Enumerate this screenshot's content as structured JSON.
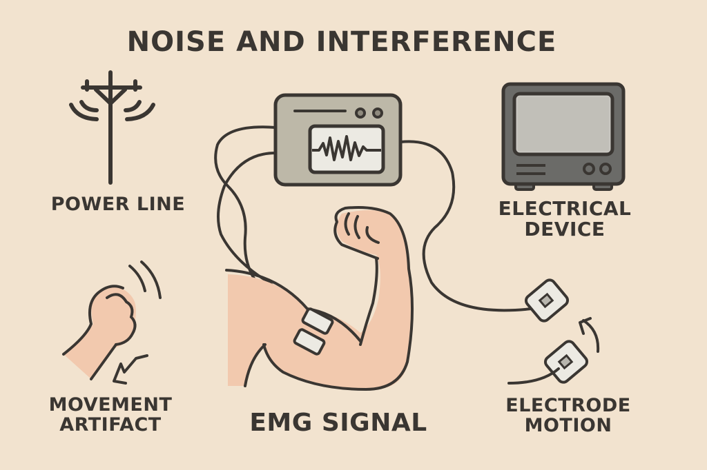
{
  "title": "NOISE AND INTERFERENCE",
  "labels": {
    "power_line": "POWER LINE",
    "electrical_device_1": "ELECTRICAL",
    "electrical_device_2": "DEVICE",
    "movement_artifact_1": "MOVEMENT",
    "movement_artifact_2": "ARTIFACT",
    "emg_signal": "EMG SIGNAL",
    "electrode_motion_1": "ELECTRODE",
    "electrode_motion_2": "MOTION"
  },
  "colors": {
    "background": "#f2e3cf",
    "ink": "#3a3632",
    "skin": "#f2c9ae",
    "monitor_body": "#bdb8a8",
    "tv_body": "#6b6b68",
    "pad": "#eceae3"
  }
}
